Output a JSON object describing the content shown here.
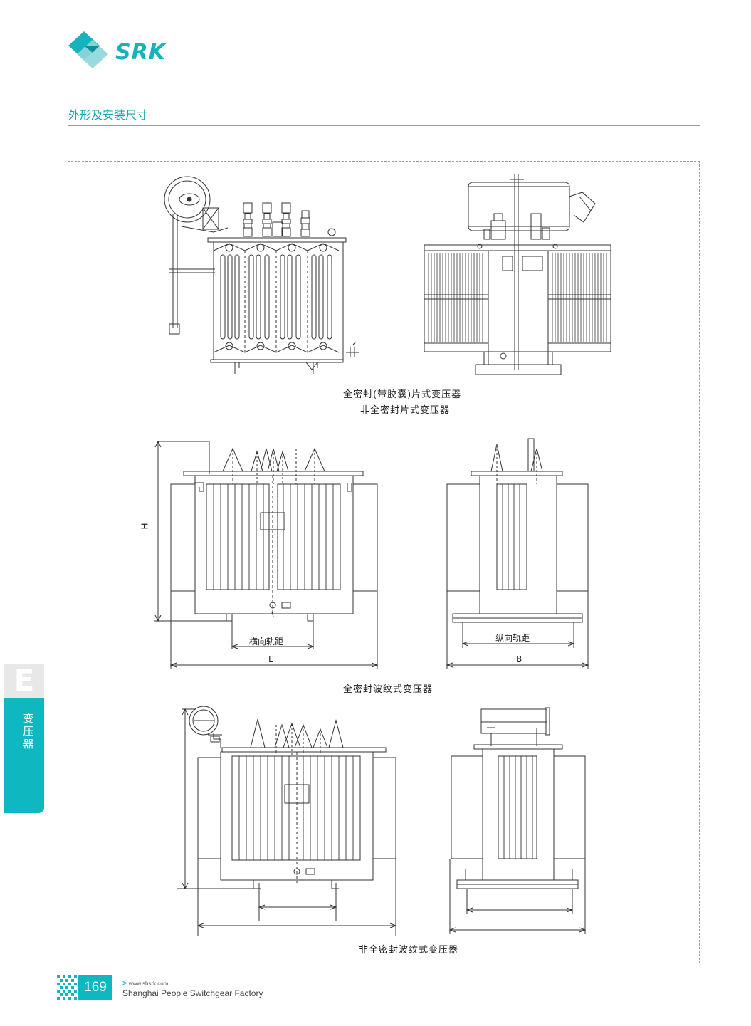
{
  "brand": {
    "name": "SRK"
  },
  "section": {
    "title": "外形及安装尺寸"
  },
  "figures": {
    "fig1_caption_1": "全密封(带胶囊)片式变压器",
    "fig1_caption_2": "非全密封片式变压器",
    "fig2_caption": "全密封波纹式变压器",
    "fig3_caption": "非全密封波纹式变压器"
  },
  "dimensions": {
    "height": "H",
    "transverse_track": "横向轨距",
    "length": "L",
    "longitudinal_track": "纵向轨距",
    "width": "B"
  },
  "side_tab": {
    "letter": "E",
    "label": "变压器"
  },
  "footer": {
    "page_number": "169",
    "url": "www.shsrk.com",
    "company": "Shanghai People Switchgear Factory"
  }
}
